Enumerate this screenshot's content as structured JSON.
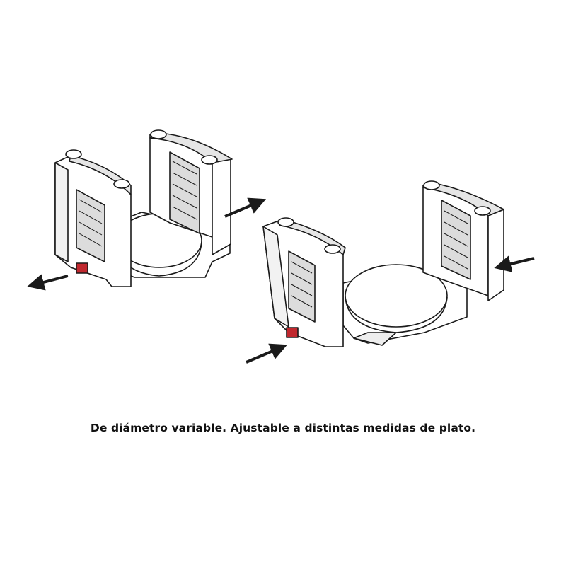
{
  "caption": "De diámetro variable. Ajustable a distintas medidas de plato.",
  "colors": {
    "outline": "#1a1a1a",
    "body": "#ffffff",
    "shade": "#d9d9d9",
    "accent_red": "#c0282e"
  },
  "figures": [
    {
      "id": "holder-expanded",
      "state": "expanded",
      "arrows": "outward"
    },
    {
      "id": "holder-compressed",
      "state": "compressed",
      "arrows": "inward"
    }
  ]
}
